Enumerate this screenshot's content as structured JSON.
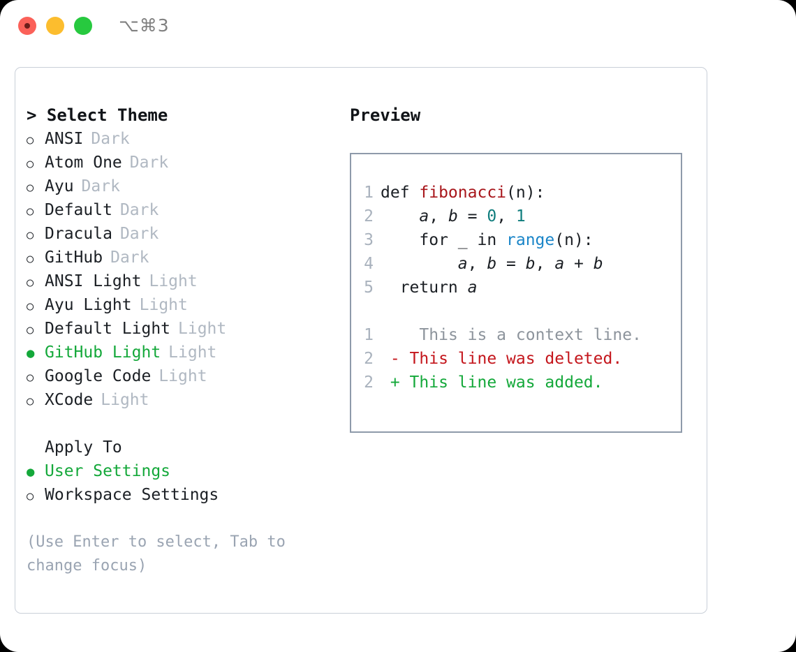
{
  "window": {
    "shortcut": "⌥⌘3",
    "traffic_lights": [
      "close",
      "minimize",
      "zoom"
    ]
  },
  "left_panel": {
    "header": "> Select Theme",
    "marker_unselected": "○",
    "marker_selected": "●",
    "themes": [
      {
        "name": "ANSI",
        "variant": "Dark",
        "selected": false
      },
      {
        "name": "Atom One",
        "variant": "Dark",
        "selected": false
      },
      {
        "name": "Ayu",
        "variant": "Dark",
        "selected": false
      },
      {
        "name": "Default",
        "variant": "Dark",
        "selected": false
      },
      {
        "name": "Dracula",
        "variant": "Dark",
        "selected": false
      },
      {
        "name": "GitHub",
        "variant": "Dark",
        "selected": false
      },
      {
        "name": "ANSI Light",
        "variant": "Light",
        "selected": false
      },
      {
        "name": "Ayu Light",
        "variant": "Light",
        "selected": false
      },
      {
        "name": "Default Light",
        "variant": "Light",
        "selected": false
      },
      {
        "name": "GitHub Light",
        "variant": "Light",
        "selected": true
      },
      {
        "name": "Google Code",
        "variant": "Light",
        "selected": false
      },
      {
        "name": "XCode",
        "variant": "Light",
        "selected": false
      }
    ],
    "apply_to": {
      "title": "Apply To",
      "options": [
        {
          "name": "User Settings",
          "selected": true
        },
        {
          "name": "Workspace Settings",
          "selected": false
        }
      ]
    },
    "hint": "(Use Enter to select, Tab to change focus)"
  },
  "right_panel": {
    "title": "Preview",
    "code_lines": [
      {
        "no": "1",
        "segments": [
          {
            "text": "def ",
            "style": "plain"
          },
          {
            "text": "fibonacci",
            "style": "fn"
          },
          {
            "text": "(n):",
            "style": "plain"
          }
        ]
      },
      {
        "no": "2",
        "segments": [
          {
            "text": "    ",
            "style": "plain"
          },
          {
            "text": "a",
            "style": "var"
          },
          {
            "text": ", ",
            "style": "plain"
          },
          {
            "text": "b",
            "style": "var"
          },
          {
            "text": " = ",
            "style": "plain"
          },
          {
            "text": "0",
            "style": "num"
          },
          {
            "text": ", ",
            "style": "plain"
          },
          {
            "text": "1",
            "style": "num"
          }
        ]
      },
      {
        "no": "3",
        "segments": [
          {
            "text": "    for _ in ",
            "style": "plain"
          },
          {
            "text": "range",
            "style": "call"
          },
          {
            "text": "(n):",
            "style": "plain"
          }
        ]
      },
      {
        "no": "4",
        "segments": [
          {
            "text": "        ",
            "style": "plain"
          },
          {
            "text": "a",
            "style": "var"
          },
          {
            "text": ", ",
            "style": "plain"
          },
          {
            "text": "b",
            "style": "var"
          },
          {
            "text": " = ",
            "style": "plain"
          },
          {
            "text": "b",
            "style": "var"
          },
          {
            "text": ", ",
            "style": "plain"
          },
          {
            "text": "a",
            "style": "var"
          },
          {
            "text": " + ",
            "style": "plain"
          },
          {
            "text": "b",
            "style": "var"
          }
        ]
      },
      {
        "no": "5",
        "segments": [
          {
            "text": "  return ",
            "style": "plain"
          },
          {
            "text": "a",
            "style": "var"
          }
        ]
      }
    ],
    "diff_lines": [
      {
        "no": "1",
        "marker": " ",
        "text": "  This is a context line.",
        "kind": "context"
      },
      {
        "no": "2",
        "marker": "-",
        "text": " This line was deleted.",
        "kind": "deleted"
      },
      {
        "no": "2",
        "marker": "+",
        "text": " This line was added.",
        "kind": "added"
      }
    ]
  },
  "colors": {
    "accent_green": "#14a83a",
    "diff_deleted": "#c4161c",
    "diff_added": "#14a83a",
    "muted": "#b0b8c2",
    "function": "#a8161b",
    "number": "#0f7d7d",
    "builtin": "#1a85c8"
  }
}
